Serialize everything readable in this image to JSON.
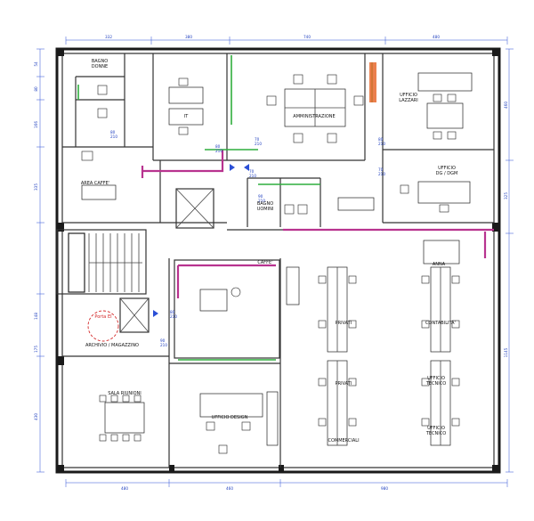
{
  "rooms": {
    "bagno_donne": "BAGNO\nDONNE",
    "it": "IT",
    "amministrazione": "AMMINISTRAZIONE",
    "ufficio_lazzari": "UFFICIO\nLAZZARI",
    "area_caffe": "AREA CAFFE'",
    "bagno_uomini": "BAGNO\nUOMINI",
    "ufficio_dg": "UFFICIO\nDG / DGM",
    "caffe": "CAFFE'",
    "privati_1": "PRIVATI",
    "contabilita": "CONTABILITA'",
    "anna": "ANNA",
    "archivio": "ARCHIVIO / MAGAZZINO",
    "porta_ei": "Porta EI",
    "privati_2": "PRIVATI",
    "ufficio_tecnico_1": "UFFICIO\nTECNICO",
    "sala_riunioni": "SALA RIUNIONI",
    "ufficio_design": "UFFICIO DESIGN",
    "commerciali": "COMMERCIALI",
    "ufficio_tecnico_2": "UFFICIO\nTECNICO"
  },
  "dims": {
    "top": [
      "332",
      "380",
      "740",
      "480"
    ],
    "bottom": [
      "480",
      "460",
      "980"
    ],
    "left": [
      "54",
      "80",
      "166",
      "335",
      "148",
      "175",
      "430"
    ],
    "right": [
      "460",
      "325",
      "1145"
    ]
  },
  "door_tags": [
    "80\n210",
    "70\n210",
    "70\n210",
    "80\n210",
    "70\n210",
    "90\n210",
    "80\n210",
    "90\n210",
    "80\n210"
  ],
  "colors": {
    "wall": "#1a1a1a",
    "dimension": "#2b4fd6",
    "pipe_pink": "#b8338f",
    "pipe_green": "#2fae3d",
    "emergency_red": "#d42a2a"
  }
}
